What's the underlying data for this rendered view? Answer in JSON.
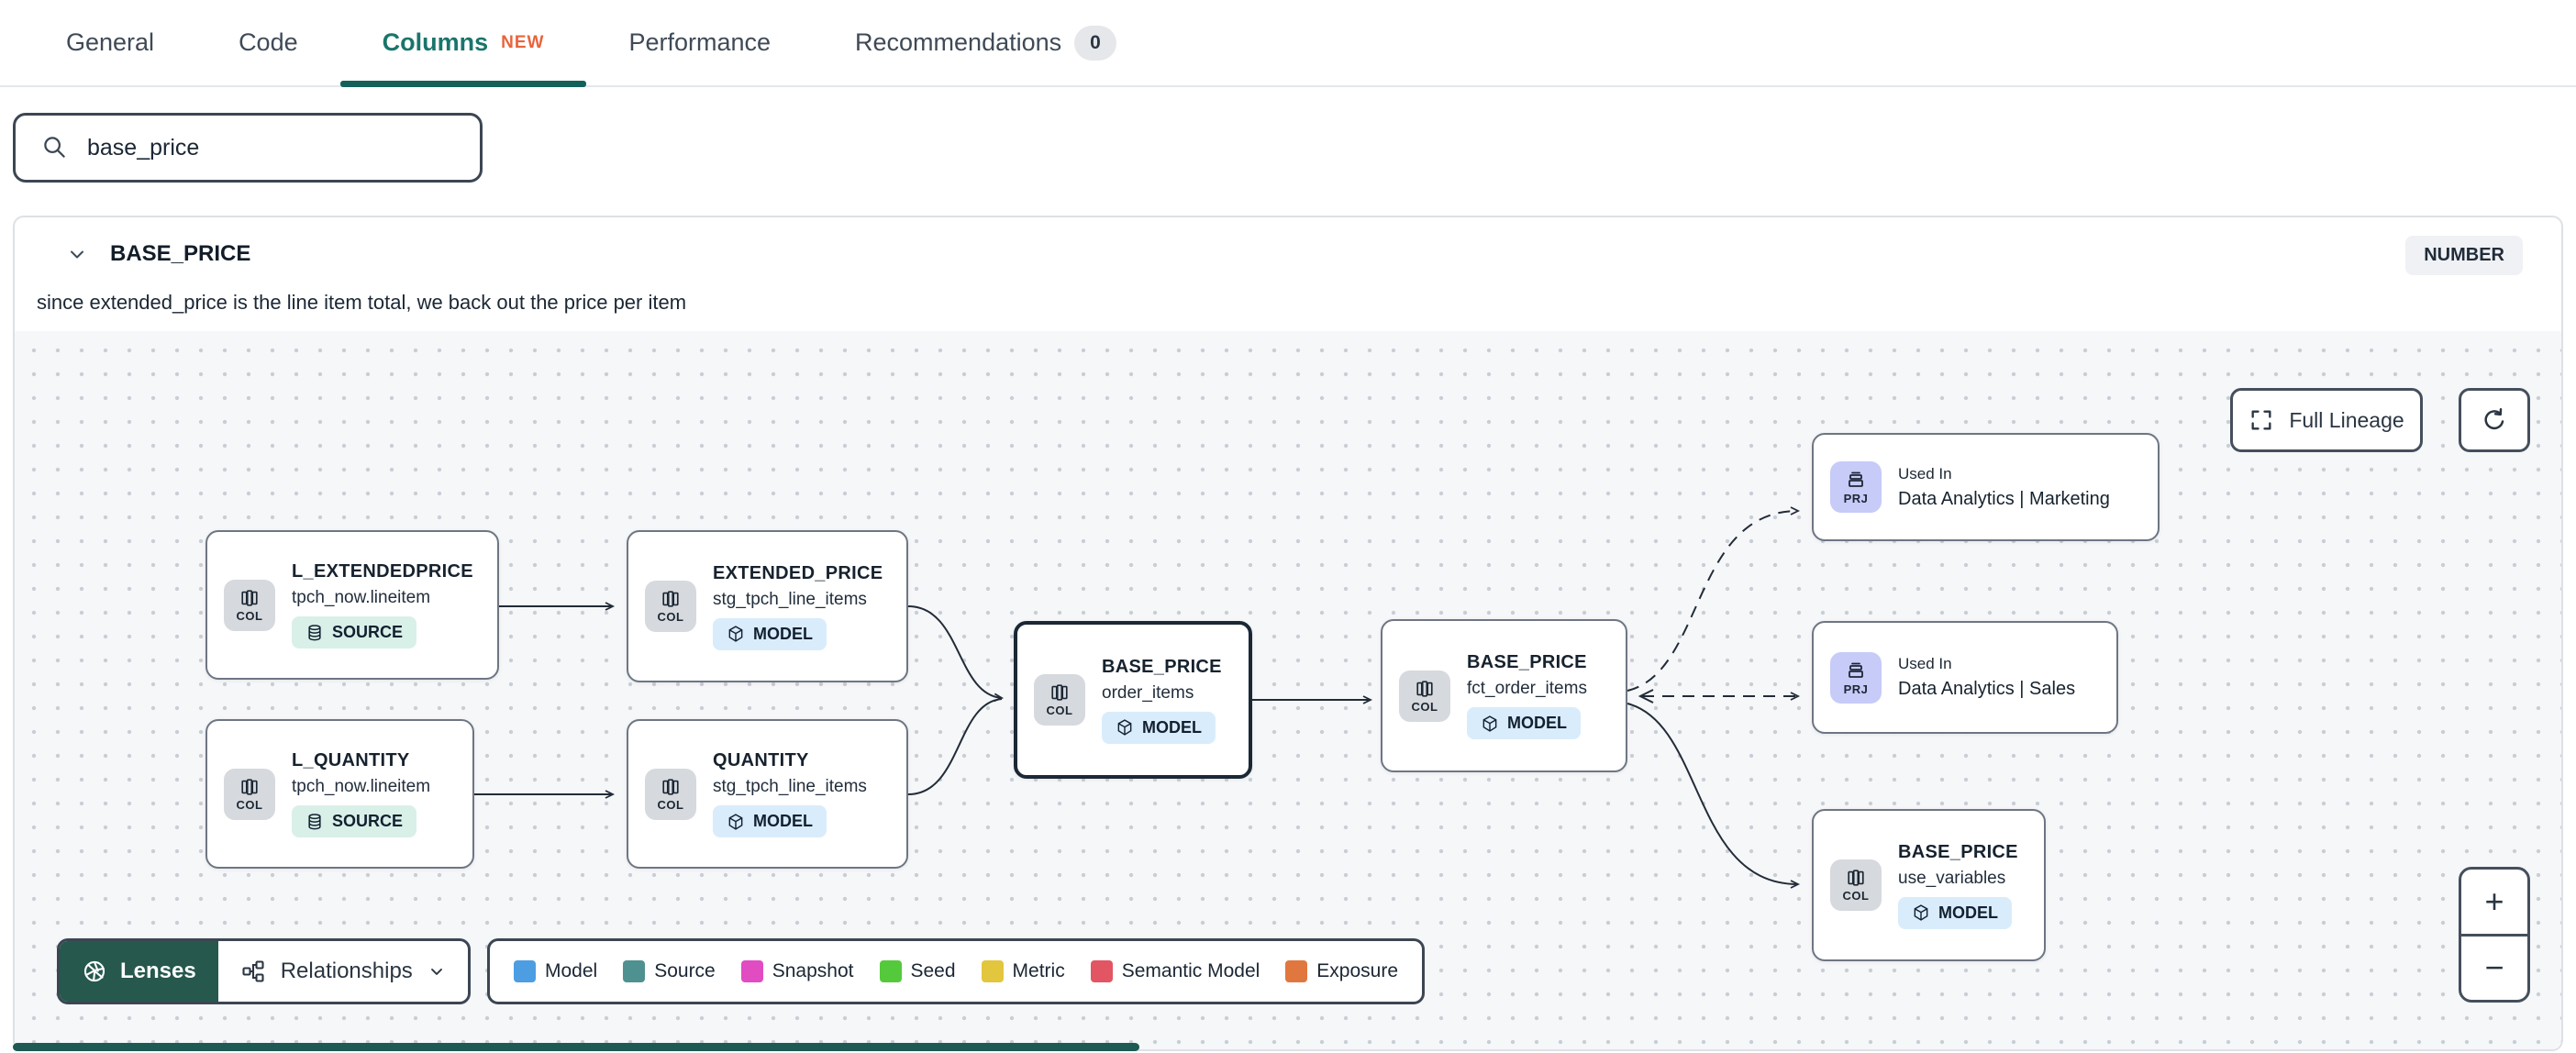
{
  "tabs": {
    "general": "General",
    "code": "Code",
    "columns": "Columns",
    "columns_badge": "NEW",
    "performance": "Performance",
    "recommendations": "Recommendations",
    "recommendations_count": "0"
  },
  "search": {
    "value": "base_price"
  },
  "column_header": {
    "title": "BASE_PRICE",
    "type": "NUMBER",
    "description": "since extended_price is the line item total, we back out the price per item"
  },
  "lineage": {
    "full_lineage": "Full Lineage",
    "zoom_in": "+",
    "zoom_out": "−",
    "lenses": "Lenses",
    "relationships": "Relationships",
    "legend": [
      {
        "label": "Model",
        "color": "#4d9de3"
      },
      {
        "label": "Source",
        "color": "#4f9191"
      },
      {
        "label": "Snapshot",
        "color": "#e14cc3"
      },
      {
        "label": "Seed",
        "color": "#55c93c"
      },
      {
        "label": "Metric",
        "color": "#e2c63e"
      },
      {
        "label": "Semantic Model",
        "color": "#e25563"
      },
      {
        "label": "Exposure",
        "color": "#e0773e"
      }
    ],
    "nodes": [
      {
        "kind": "COL",
        "title": "L_EXTENDEDPRICE",
        "subtitle": "tpch_now.lineitem",
        "badge": "SOURCE"
      },
      {
        "kind": "COL",
        "title": "EXTENDED_PRICE",
        "subtitle": "stg_tpch_line_items",
        "badge": "MODEL"
      },
      {
        "kind": "COL",
        "title": "L_QUANTITY",
        "subtitle": "tpch_now.lineitem",
        "badge": "SOURCE"
      },
      {
        "kind": "COL",
        "title": "QUANTITY",
        "subtitle": "stg_tpch_line_items",
        "badge": "MODEL"
      },
      {
        "kind": "COL",
        "title": "BASE_PRICE",
        "subtitle": "order_items",
        "badge": "MODEL"
      },
      {
        "kind": "COL",
        "title": "BASE_PRICE",
        "subtitle": "fct_order_items",
        "badge": "MODEL"
      },
      {
        "kind": "PRJ",
        "title": "Used In",
        "subtitle": "Data Analytics | Marketing"
      },
      {
        "kind": "PRJ",
        "title": "Used In",
        "subtitle": "Data Analytics | Sales"
      },
      {
        "kind": "COL",
        "title": "BASE_PRICE",
        "subtitle": "use_variables",
        "badge": "MODEL"
      }
    ]
  }
}
